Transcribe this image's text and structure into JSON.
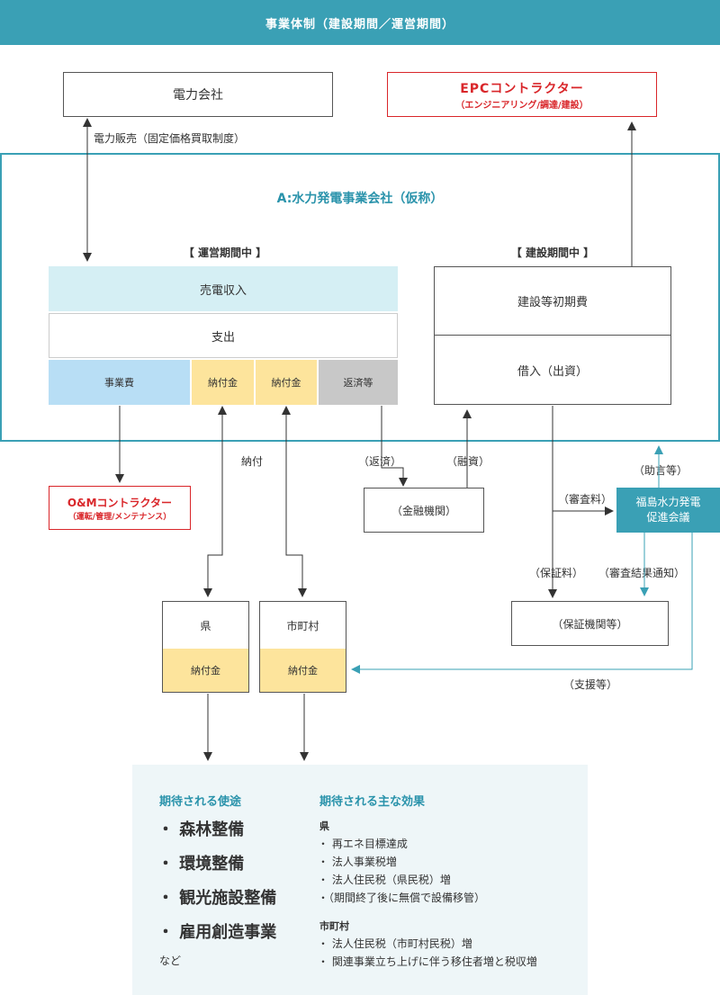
{
  "header": {
    "title": "事業体制（建設期間／運営期間）"
  },
  "top": {
    "power_company": "電力会社",
    "epc_title": "EPCコントラクター",
    "epc_sub": "（エンジニアリング/調達/建設）",
    "sales_label": "電力販売（固定価格買取制度）"
  },
  "company": {
    "title": "A:水力発電事業会社（仮称）",
    "operation_header": "【 運営期間中 】",
    "construction_header": "【 建設期間中 】",
    "revenue": "売電収入",
    "expense": "支出",
    "business_cost": "事業費",
    "payment1": "納付金",
    "payment2": "納付金",
    "repayment": "返済等",
    "initial_cost": "建設等初期費",
    "borrowing": "借入（出資）"
  },
  "flows": {
    "payment_label": "納付",
    "repay_label": "（返済）",
    "finance_label": "（融資）",
    "advice_label": "（助言等）",
    "review_fee_label": "（審査料）",
    "guarantee_fee_label": "（保証料）",
    "review_result_label": "（審査結果通知）",
    "support_label": "（支援等）"
  },
  "entities": {
    "om_title": "O&Mコントラクター",
    "om_sub": "（運転/管理/メンテナンス）",
    "financial": "（金融機関）",
    "council_line1": "福島水力発電",
    "council_line2": "促進会議",
    "guarantee": "（保証機関等）",
    "prefecture": "県",
    "prefecture_payment": "納付金",
    "municipality": "市町村",
    "municipality_payment": "納付金"
  },
  "results": {
    "uses_title": "期待される使途",
    "uses": [
      "・ 森林整備",
      "・ 環境整備",
      "・ 観光施設整備",
      "・ 雇用創造事業"
    ],
    "uses_etc": "など",
    "effects_title": "期待される主な効果",
    "pref_heading": "県",
    "pref_items": [
      "・ 再エネ目標達成",
      "・ 法人事業税増",
      "・ 法人住民税（県民税）増",
      "・（期間終了後に無償で設備移管）"
    ],
    "muni_heading": "市町村",
    "muni_items": [
      "・ 法人住民税（市町村民税）増",
      "・ 関連事業立ち上げに伴う移住者増と税収増"
    ]
  },
  "colors": {
    "teal": "#3aa0b5",
    "red": "#d9262a",
    "light_blue": "#d5eff4",
    "blue": "#b8def5",
    "yellow": "#fde49c",
    "gray": "#c8c8c8",
    "panel": "#eef6f8"
  }
}
